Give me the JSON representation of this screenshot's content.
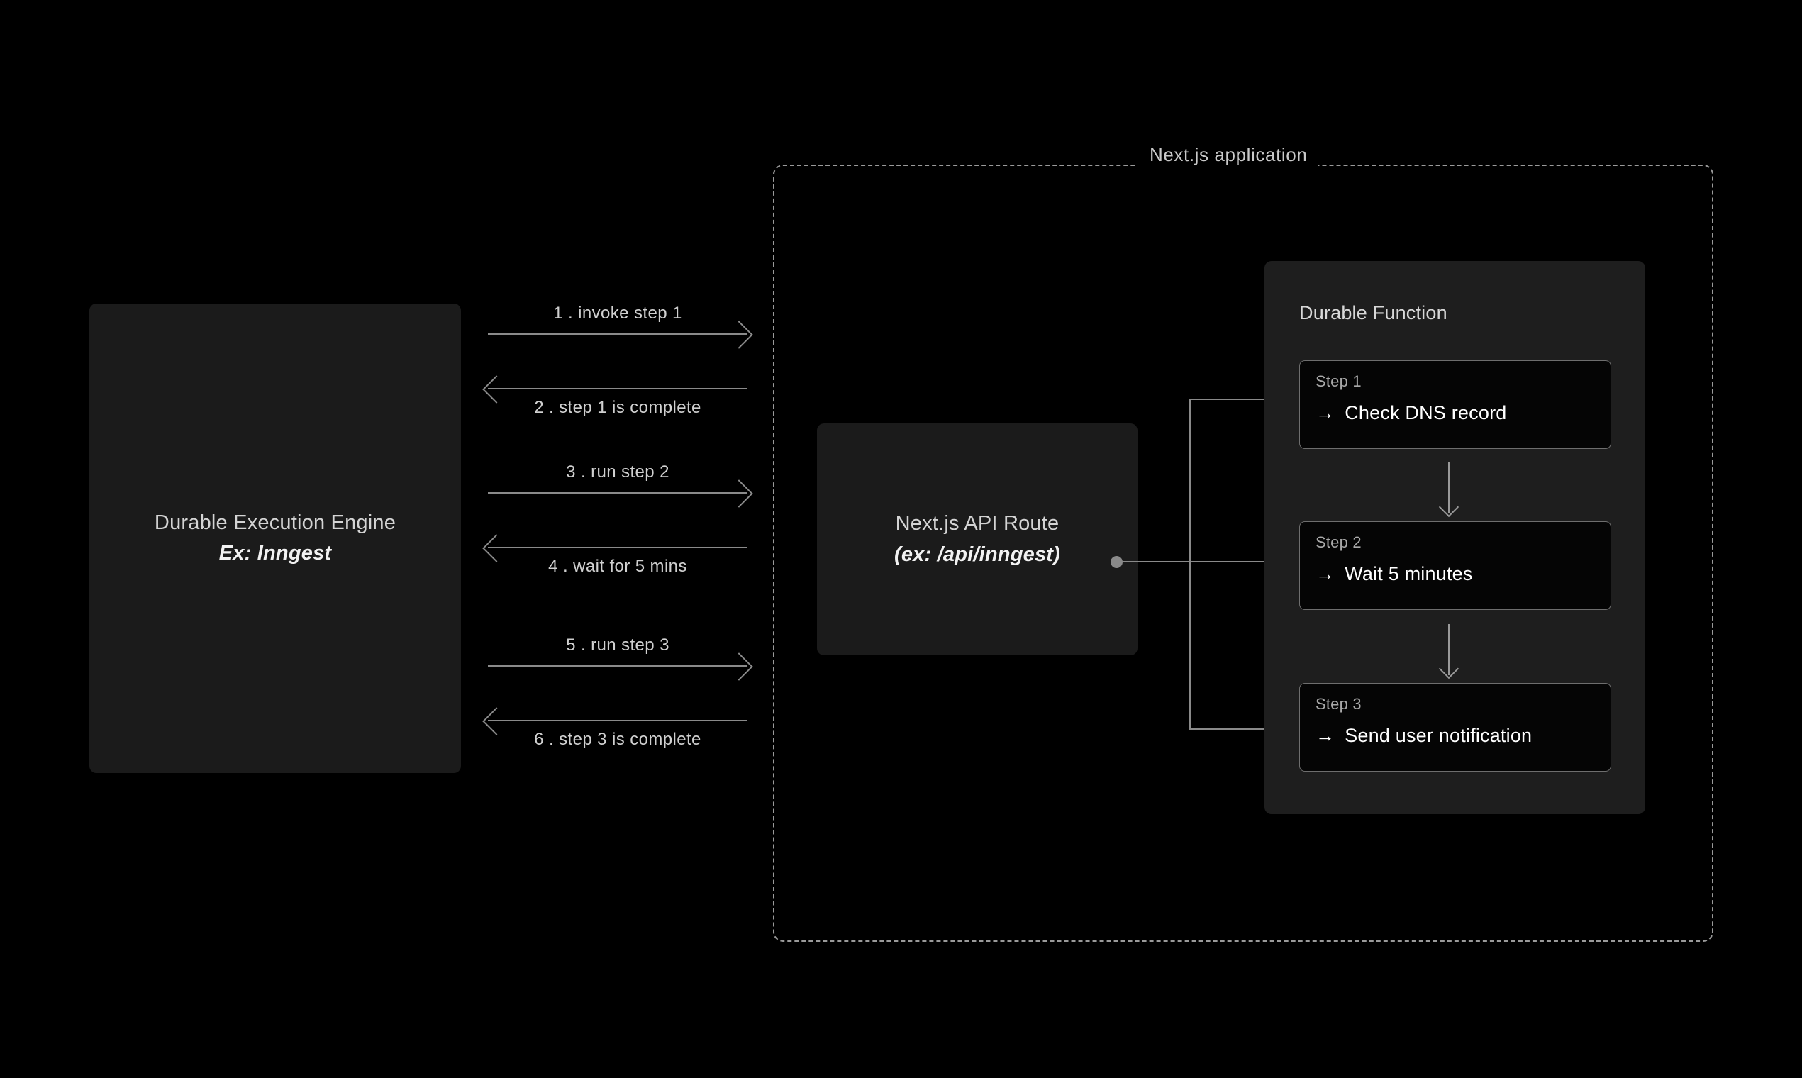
{
  "engine": {
    "title": "Durable Execution Engine",
    "subtitle": "Ex: Inngest"
  },
  "exchanges": [
    {
      "label": "1 .  invoke step 1",
      "direction": "to-right"
    },
    {
      "label": "2 .  step 1 is complete",
      "direction": "to-left"
    },
    {
      "label": "3 .  run step 2",
      "direction": "to-right"
    },
    {
      "label": "4 .  wait for 5 mins",
      "direction": "to-left"
    },
    {
      "label": "5 .  run step 3",
      "direction": "to-right"
    },
    {
      "label": "6 .  step 3 is complete",
      "direction": "to-left"
    }
  ],
  "application": {
    "title": "Next.js application"
  },
  "api_route": {
    "title": "Next.js API Route",
    "subtitle": "(ex: /api/inngest)"
  },
  "durable_function": {
    "title": "Durable Function",
    "steps": [
      {
        "kicker": "Step 1",
        "arrow": "→",
        "text": "Check DNS record"
      },
      {
        "kicker": "Step 2",
        "arrow": "→",
        "text": "Wait 5 minutes"
      },
      {
        "kicker": "Step 3",
        "arrow": "→",
        "text": "Send user notification"
      }
    ]
  },
  "colors": {
    "background": "#000000",
    "panel": "#1b1b1b",
    "panel_alt": "#1e1e1e",
    "card": "#050505",
    "line": "#8a8a8a",
    "text_primary": "#ffffff",
    "text_secondary": "#d4d4d4",
    "text_muted": "#a9a9a9",
    "border_dashed": "#9a9a9a"
  }
}
